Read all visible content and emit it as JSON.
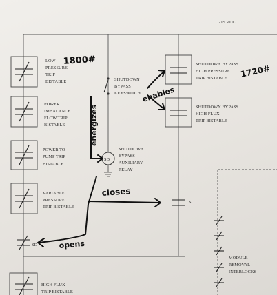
{
  "supply": {
    "label": "-15 VDC"
  },
  "left_chain": [
    {
      "id": "low-pressure",
      "lines": [
        "LOW",
        "PRESSURE",
        "TRIP",
        "BISTABLE"
      ]
    },
    {
      "id": "power-imbalance",
      "lines": [
        "POWER",
        "IMBALANCE",
        "FLOW TRIP",
        "BISTABLE"
      ]
    },
    {
      "id": "power-to-pump",
      "lines": [
        "POWER TO",
        "PUMP TRIP",
        "BISTABLE"
      ]
    },
    {
      "id": "variable-pressure",
      "lines": [
        "VARIABLE",
        "PRESSURE",
        "TRIP BISTABLE"
      ]
    },
    {
      "id": "high-flux",
      "lines": [
        "HIGH FLUX",
        "TRIP BISTABLE"
      ]
    }
  ],
  "keyswitch": {
    "lines": [
      "SHUTDOWN",
      "BYPASS",
      "KEYSWITCH"
    ]
  },
  "relay": {
    "symbol": "SD",
    "lines": [
      "SHUTDOWN",
      "BYPASS",
      "AUXILIARY",
      "RELAY"
    ]
  },
  "right_chain": [
    {
      "id": "sb-high-pressure",
      "lines": [
        "SHUTDOWN BYPASS",
        "HIGH PRESSURE",
        "TRIP BISTABLE"
      ]
    },
    {
      "id": "sb-high-flux",
      "lines": [
        "SHUTDOWN BYPASS",
        "HIGH FLUX",
        "TRIP BISTABLE"
      ]
    }
  ],
  "sd_contacts": {
    "right": "SD",
    "left": "SD"
  },
  "module": {
    "lines": [
      "MODULE",
      "REMOVAL",
      "INTERLOCKS"
    ]
  },
  "annotations": {
    "low_pressure_setpoint": "1800#",
    "high_pressure_setpoint": "1720#",
    "enables": "enables",
    "energizes": "energizes",
    "closes": "closes",
    "opens": "opens"
  }
}
